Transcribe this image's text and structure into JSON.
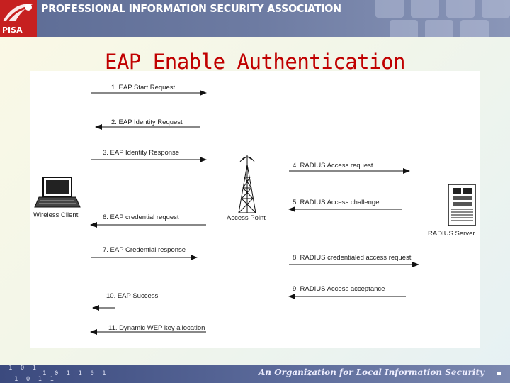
{
  "header": {
    "title": "PROFESSIONAL INFORMATION SECURITY ASSOCIATION",
    "logo_text": "PISA",
    "colors": {
      "bar": "#5d6c95",
      "logo": "#c62020"
    }
  },
  "slide": {
    "title": "EAP Enable Authentication",
    "title_color": "#c00000"
  },
  "diagram": {
    "nodes": {
      "client": "Wireless Client",
      "ap": "Access Point",
      "server": "RADIUS Server"
    },
    "messages": [
      {
        "label": "1. EAP Start Request",
        "direction": "right"
      },
      {
        "label": "2. EAP Identity Request",
        "direction": "left"
      },
      {
        "label": "3. EAP Identity Response",
        "direction": "right"
      },
      {
        "label": "4. RADIUS Access request",
        "direction": "right"
      },
      {
        "label": "5. RADIUS Access challenge",
        "direction": "left"
      },
      {
        "label": "6. EAP credential request",
        "direction": "left"
      },
      {
        "label": "7. EAP Credential response",
        "direction": "right"
      },
      {
        "label": "8. RADIUS credentialed access request",
        "direction": "right"
      },
      {
        "label": "9. RADIUS Access acceptance",
        "direction": "left"
      },
      {
        "label": "10. EAP Success",
        "direction": "left"
      },
      {
        "label": "11. Dynamic WEP key allocation",
        "direction": "left"
      }
    ]
  },
  "footer": {
    "tagline": "An Organization for Local Information Security",
    "binary": [
      "1 0 1",
      "1 0 1 1 0 1",
      "1 0 1 1"
    ]
  }
}
